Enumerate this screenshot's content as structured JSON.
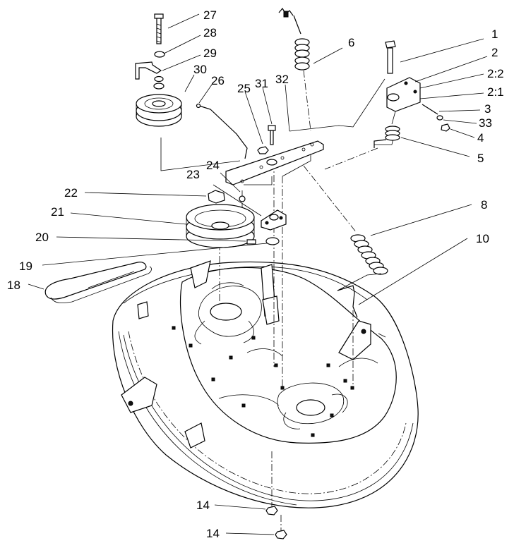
{
  "diagram": {
    "labels": [
      {
        "id": "27",
        "text": "27"
      },
      {
        "id": "28",
        "text": "28"
      },
      {
        "id": "29",
        "text": "29"
      },
      {
        "id": "30",
        "text": "30"
      },
      {
        "id": "26",
        "text": "26"
      },
      {
        "id": "25",
        "text": "25"
      },
      {
        "id": "31",
        "text": "31"
      },
      {
        "id": "32",
        "text": "32"
      },
      {
        "id": "6",
        "text": "6"
      },
      {
        "id": "1",
        "text": "1"
      },
      {
        "id": "2",
        "text": "2"
      },
      {
        "id": "2-2",
        "text": "2:2"
      },
      {
        "id": "2-1",
        "text": "2:1"
      },
      {
        "id": "3",
        "text": "3"
      },
      {
        "id": "33",
        "text": "33"
      },
      {
        "id": "4",
        "text": "4"
      },
      {
        "id": "5",
        "text": "5"
      },
      {
        "id": "24",
        "text": "24"
      },
      {
        "id": "23",
        "text": "23"
      },
      {
        "id": "22",
        "text": "22"
      },
      {
        "id": "21",
        "text": "21"
      },
      {
        "id": "20",
        "text": "20"
      },
      {
        "id": "19",
        "text": "19"
      },
      {
        "id": "18",
        "text": "18"
      },
      {
        "id": "8",
        "text": "8"
      },
      {
        "id": "10",
        "text": "10"
      },
      {
        "id": "14a",
        "text": "14"
      },
      {
        "id": "14b",
        "text": "14"
      }
    ]
  }
}
